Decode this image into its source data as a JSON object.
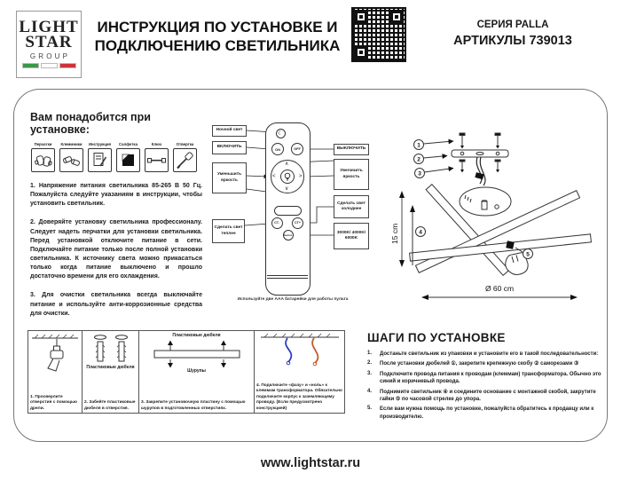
{
  "header": {
    "logo": {
      "line1": "LIGHT",
      "line2": "STAR",
      "line3": "GROUP",
      "flag_colors": [
        "#3a9948",
        "#ffffff",
        "#cf3339"
      ]
    },
    "title_line1": "ИНСТРУКЦИЯ ПО УСТАНОВКЕ И",
    "title_line2": "ПОДКЛЮЧЕНИЮ СВЕТИЛЬНИКА",
    "series": "СЕРИЯ PALLA",
    "articles": "АРТИКУЛЫ 739013"
  },
  "prep": {
    "heading": "Вам понадобится при установке:",
    "tools": [
      {
        "label": "Перчатки",
        "icon": "gloves-icon"
      },
      {
        "label": "Клеммники",
        "icon": "wire-clamps-icon"
      },
      {
        "label": "Инструкция",
        "icon": "manual-icon"
      },
      {
        "label": "Салфетка",
        "icon": "napkin-icon"
      },
      {
        "label": "Ключ",
        "icon": "key-icon"
      },
      {
        "label": "Отвертка",
        "icon": "screwdriver-icon"
      }
    ],
    "notes": [
      "1. Напряжение питания светильника 85-265 В 50 Гц. Пожалуйста следуйте указаниям в инструкции, чтобы установить светильник.",
      "2. Доверяйте установку светильника профессионалу. Следует надеть перчатки для установки светильника. Перед установкой отключите питание в сети. Подключайте питание только после полной установки светильника. К источнику света можно прикасаться только когда питание выключено и прошло достаточно времени для его охлаждения.",
      "3. Для очистки светильника всегда выключайте питание и используйте анти-коррозионные средства для очистки."
    ]
  },
  "remote": {
    "night_light": "Ночной свет",
    "turn_on": "ВКЛЮЧИТЬ",
    "turn_off": "ВЫКЛЮЧИТЬ",
    "dim": "Уменьшить яркость",
    "brighten": "Увеличить яркость",
    "warmer": "Сделать свет теплее",
    "cooler": "Сделать свет холоднее",
    "color_temp": "3000K/ 4000K/ 6000K",
    "btn_night_icon": "moon-icon",
    "btn_on": "ON",
    "btn_off": "OFF",
    "btn_ct_minus": "CT-",
    "btn_ct_plus": "CT+",
    "btn_section": "Section",
    "battery_note": "Используйте две AAA батарейки для работы пульта"
  },
  "diagram": {
    "callout_1": "1",
    "callout_2": "2",
    "callout_3": "3",
    "callout_4": "4",
    "callout_5": "5",
    "height_label": "15 cm",
    "diameter_label": "Ø 60 cm"
  },
  "panels": [
    {
      "caption": "1. Просверлите отверстия с помощью дрели."
    },
    {
      "label": "Пластиковые дюбеля",
      "caption": "2. Забейте пластиковые дюбеля в отверстия."
    },
    {
      "label_top": "Пластиковые дюбеля",
      "label_bottom": "Шурупы",
      "caption": "3. Закрепите установочную пластину с помощью шурупов в подготовленных отверстиях."
    },
    {
      "caption": "4. Подключите «фазу» и «ноль» к клеммам трансформатора. Обязательно подключите корпус к заземляющему проводу. (Если предусмотрено конструкцией)"
    }
  ],
  "steps": {
    "heading": "ШАГИ ПО УСТАНОВКЕ",
    "items": [
      {
        "num": "1.",
        "text": "Достаньте светильник из упаковки и установите его в такой последовательности:"
      },
      {
        "num": "2.",
        "text": "После установки дюбелей ①, закрепите крепежную скобу ② саморезами ③"
      },
      {
        "num": "3.",
        "text": "Подключите провода питания к проводам (клеммам) трансформатора. Обычно это синий и коричневый провода."
      },
      {
        "num": "4.",
        "text": "Поднимите светильник ④ и соедините основание с монтажной скобой, закрутите гайки ⑤ по часовой стрелке до упора."
      },
      {
        "num": "5.",
        "text": "Если вам нужна помощь по установке, пожалуйста обратитесь к продавцу или к производителю."
      }
    ]
  },
  "footer": {
    "url": "www.lightstar.ru"
  },
  "colors": {
    "wire_blue": "#2f3fbb",
    "wire_orange": "#c25a2a",
    "flag_green": "#3a9948",
    "flag_red": "#cf3339",
    "ink": "#1a1a1a"
  }
}
